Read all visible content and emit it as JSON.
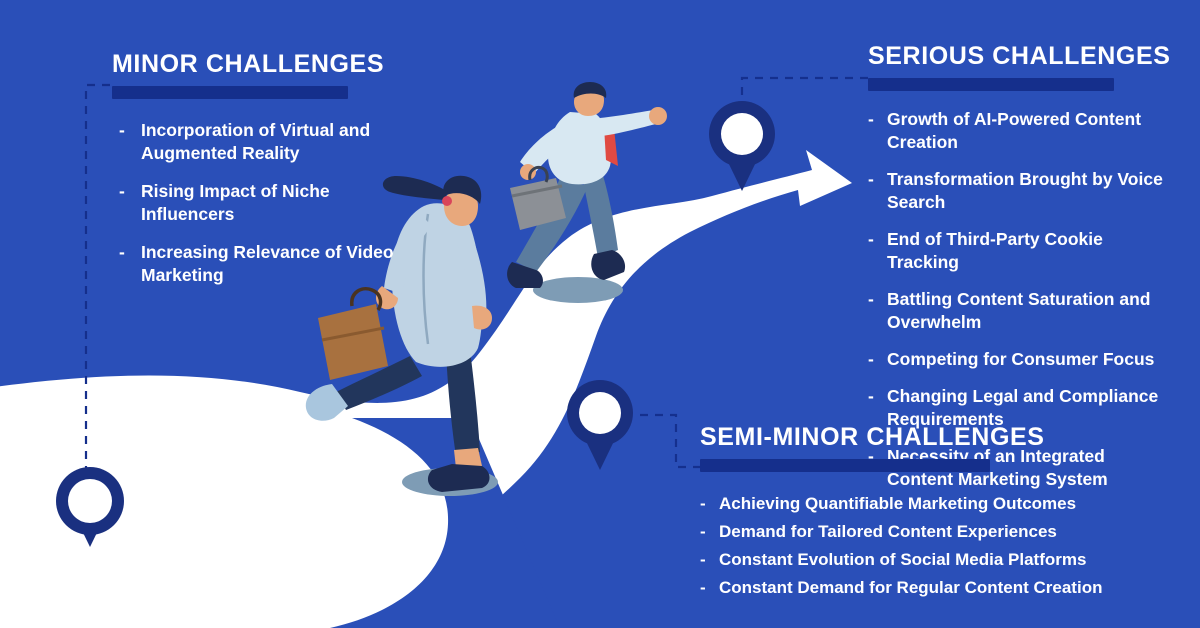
{
  "theme": {
    "background_blue": "#2A4FB8",
    "road_white": "#FFFFFF",
    "bar_navy": "#152F8C",
    "pin_navy": "#1A3080",
    "text_white": "#FFFFFF"
  },
  "sections": {
    "minor": {
      "title": "MINOR CHALLENGES",
      "bullet": "-",
      "items": [
        "Incorporation of Virtual and Augmented Reality",
        "Rising Impact of Niche Influencers",
        "Increasing Relevance of Video Marketing"
      ]
    },
    "serious": {
      "title": "SERIOUS CHALLENGES",
      "bullet": "-",
      "items": [
        "Growth of AI-Powered Content Creation",
        "Transformation Brought by Voice Search",
        "End of Third-Party Cookie Tracking",
        "Battling Content Saturation and Overwhelm",
        "Competing for Consumer Focus",
        "Changing Legal and Compliance Requirements",
        "Necessity of an Integrated Content Marketing System"
      ]
    },
    "semi_minor": {
      "title": "SEMI-MINOR CHALLENGES",
      "bullet": "-",
      "items": [
        "Achieving Quantifiable Marketing Outcomes",
        "Demand for Tailored Content Experiences",
        "Constant Evolution of Social Media Platforms",
        "Constant Demand for Regular Content Creation"
      ]
    }
  },
  "illustration": {
    "markers": [
      {
        "name": "map-pin-minor",
        "label": ""
      },
      {
        "name": "map-pin-semi-minor",
        "label": ""
      },
      {
        "name": "map-pin-serious",
        "label": ""
      }
    ],
    "figures": [
      {
        "name": "businesswoman-running",
        "accessory": "brown-briefcase"
      },
      {
        "name": "businessman-running",
        "accessory": "gray-briefcase"
      }
    ],
    "path": {
      "name": "winding-road-with-arrow",
      "direction": "up-right"
    }
  }
}
